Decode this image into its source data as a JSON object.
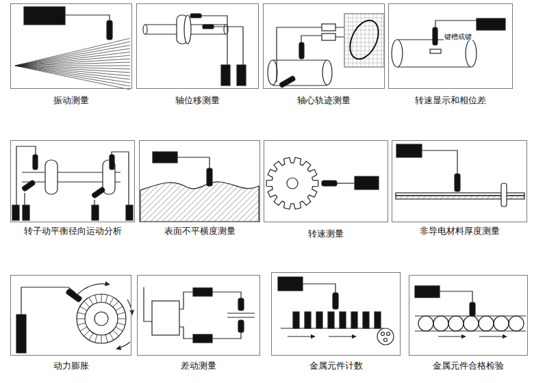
{
  "diagram": {
    "nodes": [
      {
        "text": [
          "振动测量"
        ]
      },
      {
        "text": [
          "轴位移测量"
        ]
      },
      {
        "text": [
          "轴心轨迹测量"
        ]
      },
      {
        "text": [
          "转速显示和相位差"
        ]
      },
      {
        "text": [
          "转子动平衡径向运动分析"
        ]
      },
      {
        "text": [
          "表面不平横度测量"
        ]
      },
      {
        "text": [
          "转速测量"
        ]
      },
      {
        "text": [
          "非导电材料厚度测量"
        ]
      },
      {
        "text": [
          "动力膨胀"
        ]
      },
      {
        "text": [
          "差动测量"
        ]
      },
      {
        "text": [
          "金属元件计数"
        ]
      },
      {
        "text": [
          "金属元件合格检验"
        ]
      }
    ],
    "edges": [],
    "labels": [
      "键槽或键"
    ]
  }
}
